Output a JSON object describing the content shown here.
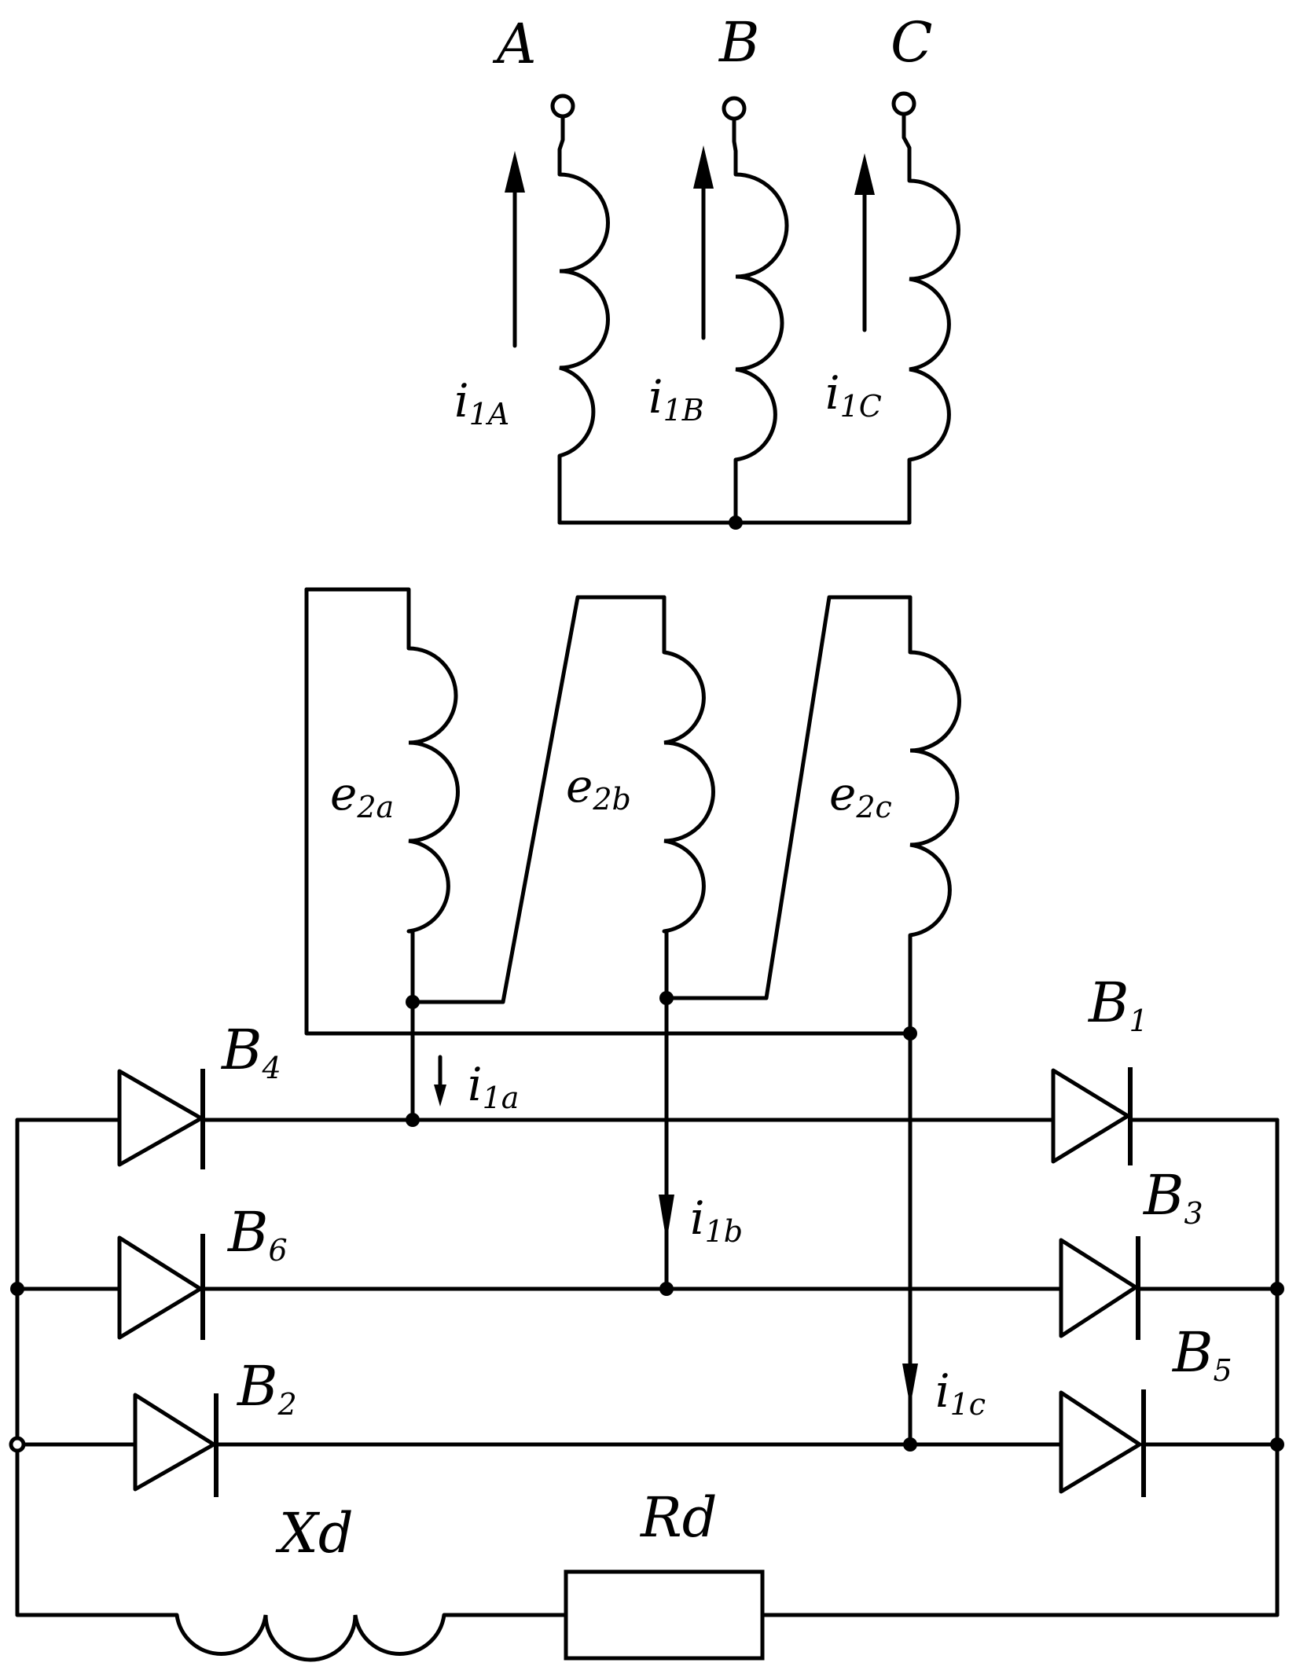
{
  "terminals": {
    "a": "A",
    "b": "B",
    "c": "C"
  },
  "primary_currents": {
    "a": {
      "main": "i",
      "sub": "1A"
    },
    "b": {
      "main": "i",
      "sub": "1B"
    },
    "c": {
      "main": "i",
      "sub": "1C"
    }
  },
  "secondary_emfs": {
    "a": {
      "main": "e",
      "sub": "2a"
    },
    "b": {
      "main": "e",
      "sub": "2b"
    },
    "c": {
      "main": "e",
      "sub": "2c"
    }
  },
  "secondary_currents": {
    "a": {
      "main": "i",
      "sub": "1a"
    },
    "b": {
      "main": "i",
      "sub": "1b"
    },
    "c": {
      "main": "i",
      "sub": "1c"
    }
  },
  "diodes": {
    "b1": {
      "main": "B",
      "sub": "1"
    },
    "b2": {
      "main": "B",
      "sub": "2"
    },
    "b3": {
      "main": "B",
      "sub": "3"
    },
    "b4": {
      "main": "B",
      "sub": "4"
    },
    "b5": {
      "main": "B",
      "sub": "5"
    },
    "b6": {
      "main": "B",
      "sub": "6"
    }
  },
  "load": {
    "inductor": "Xd",
    "resistor": "Rd"
  }
}
